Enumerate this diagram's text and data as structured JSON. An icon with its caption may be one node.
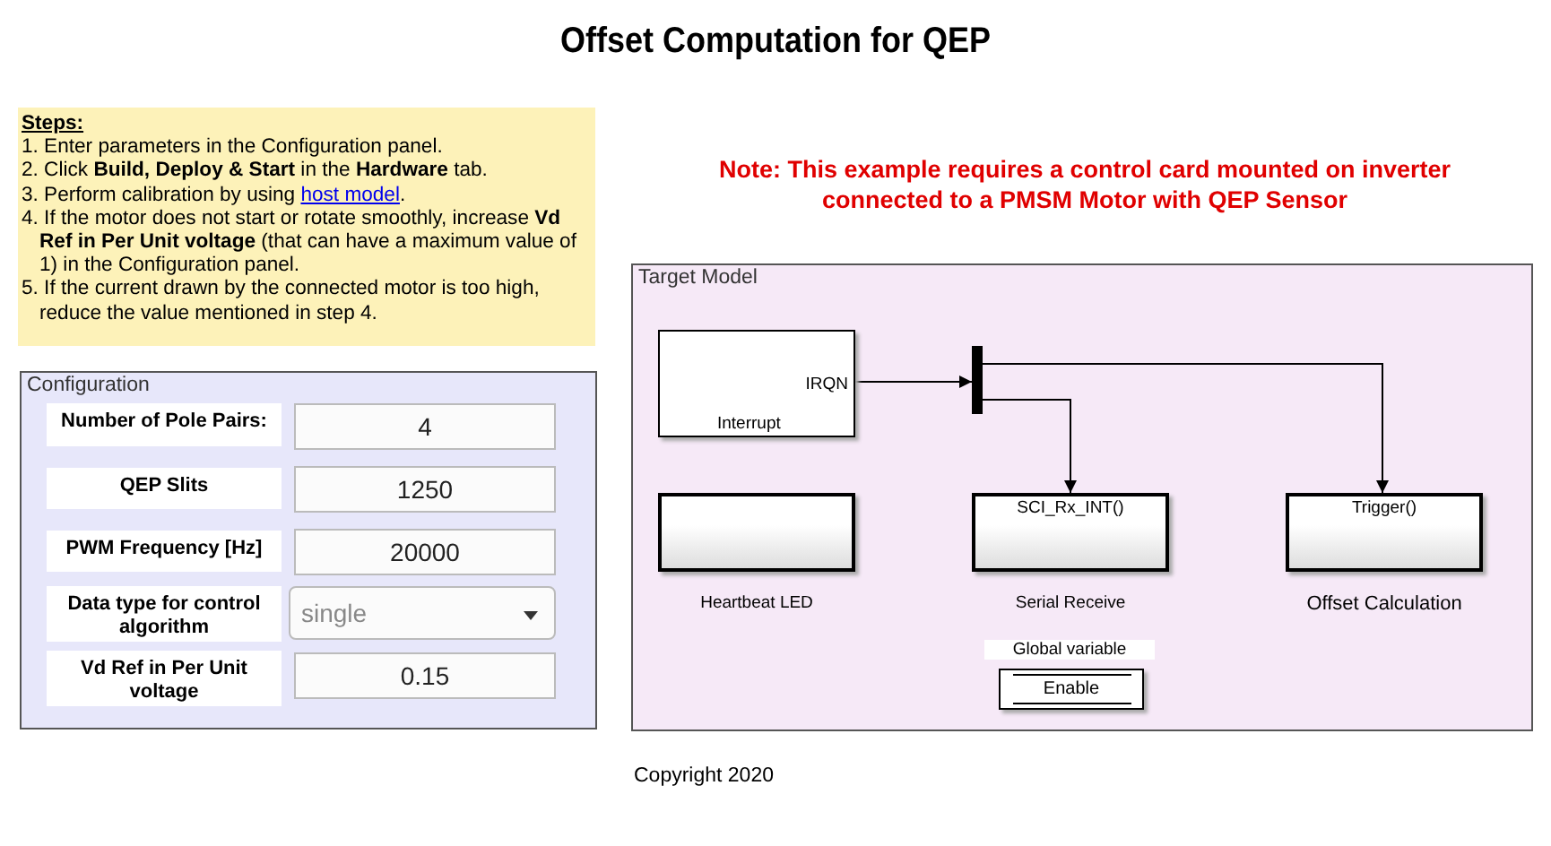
{
  "diagram": {
    "title": "Offset Computation for QEP",
    "caption": "Copyright 2020",
    "nodes": [
      {
        "text": [
          "Steps:",
          "1. Enter parameters in the Configuration panel.",
          "2. Click  **Build, Deploy & Start** in the **Hardware** tab.",
          "3. Perform calibration by using host model.",
          "4. If the motor does not start or rotate smoothly, increase **Vd Ref in Per Unit voltage** (that can have a maximum value of 1) in the Configuration panel.",
          "5. If the current drawn by the connected motor is too high, reduce the value mentioned in step 4."
        ]
      },
      {
        "text": [
          "Configuration"
        ]
      },
      {
        "text": [
          "Number of Pole Pairs:"
        ],
        "in": 1
      },
      {
        "text": [
          "4"
        ],
        "in": 1
      },
      {
        "text": [
          "QEP Slits"
        ],
        "in": 1
      },
      {
        "text": [
          "1250"
        ],
        "in": 1
      },
      {
        "text": [
          "PWM Frequency [Hz]"
        ],
        "in": 1
      },
      {
        "text": [
          "20000"
        ],
        "in": 1
      },
      {
        "text": [
          "Data type for control algorithm"
        ],
        "in": 1
      },
      {
        "text": [
          "single"
        ],
        "in": 1
      },
      {
        "text": [
          "Vd Ref in Per Unit voltage"
        ],
        "in": 1
      },
      {
        "text": [
          "0.15"
        ],
        "in": 1
      },
      {
        "text": [
          "Target Model"
        ]
      },
      {
        "text": [
          "IRQN",
          "Interrupt"
        ],
        "in": 12
      },
      {
        "text": [],
        "shape": "bar",
        "in": 12
      },
      {
        "text": [
          "Heartbeat LED"
        ],
        "in": 12
      },
      {
        "text": [
          "SCI_Rx_INT()",
          "Serial Receive"
        ],
        "in": 12
      },
      {
        "text": [
          "Trigger()",
          "Offset Calculation"
        ],
        "in": 12
      },
      {
        "text": [
          "Global variable",
          "Enable"
        ],
        "in": 12
      }
    ],
    "edges": [
      {
        "from": 13,
        "to": 14,
        "arrow": "to"
      },
      {
        "from": 14,
        "to": 16,
        "arrow": "to"
      },
      {
        "from": 14,
        "to": 17,
        "arrow": "to"
      }
    ],
    "labels": [
      "Note: This example requires a control card mounted on inverter connected to a PMSM Motor with QEP Sensor"
    ]
  }
}
